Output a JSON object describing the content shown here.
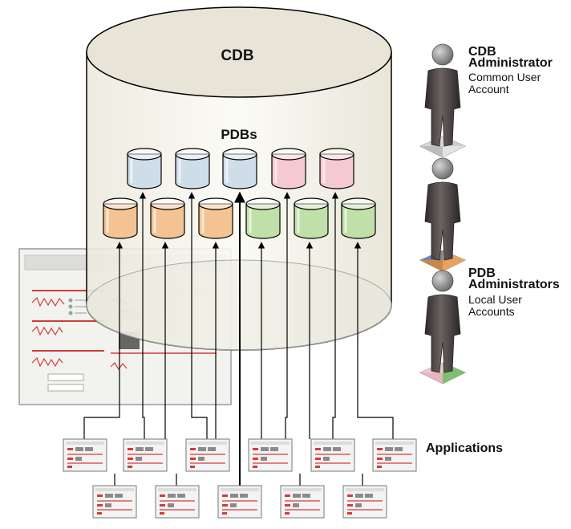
{
  "cdb_label": "CDB",
  "pdbs_label": "PDBs",
  "applications_label": "Applications",
  "cdb_admin": {
    "title_line1": "CDB",
    "title_line2": "Administrator",
    "sub_line1": "Common User",
    "sub_line2": "Account"
  },
  "pdb_admins": {
    "title_line1": "PDB",
    "title_line2": "Administrators",
    "sub_line1": "Local User",
    "sub_line2": "Accounts"
  },
  "colors": {
    "blue_db": "#cfdde9",
    "pink_db": "#f5c9d0",
    "orange_db": "#f3c393",
    "green_db": "#bfe0a8",
    "person": "#4a4342",
    "accent_red": "#d43b3b"
  },
  "icons": {
    "admin": "person-icon",
    "database": "database-cylinder-icon",
    "application": "application-window-icon",
    "console": "management-console-window-icon"
  }
}
